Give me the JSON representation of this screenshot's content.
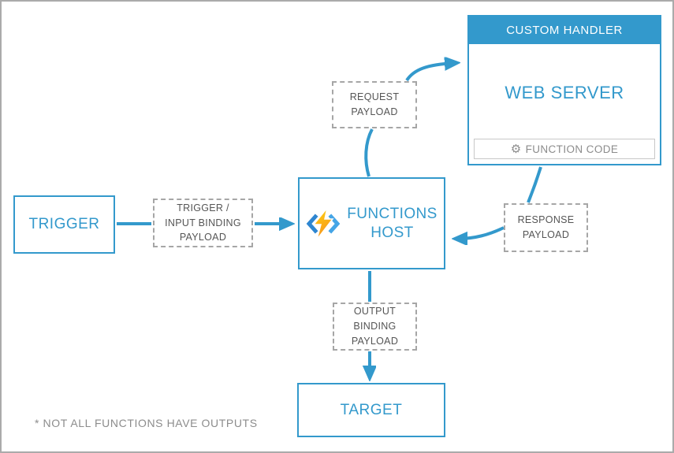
{
  "colors": {
    "accent_blue": "#3399CC",
    "box_gray": "#A6A6A6",
    "label_gray": "#555555",
    "muted_gray": "#8C8C8C",
    "bolt_yellow": "#FFD70F",
    "bolt_orange": "#F7941E"
  },
  "icons": {
    "gear": "⚙"
  },
  "custom_handler": {
    "title": "CUSTOM HANDLER",
    "server_label": "WEB SERVER",
    "function_code_label": "FUNCTION CODE"
  },
  "functions_host": {
    "label": "FUNCTIONS\nHOST"
  },
  "trigger": {
    "label": "TRIGGER"
  },
  "target": {
    "label": "TARGET"
  },
  "payloads": {
    "request": "REQUEST\nPAYLOAD",
    "trigger_input_binding": "TRIGGER /\nINPUT BINDING\nPAYLOAD",
    "response": "RESPONSE\nPAYLOAD",
    "output_binding": "OUTPUT\nBINDING\nPAYLOAD"
  },
  "footnote": "* NOT ALL FUNCTIONS HAVE OUTPUTS"
}
